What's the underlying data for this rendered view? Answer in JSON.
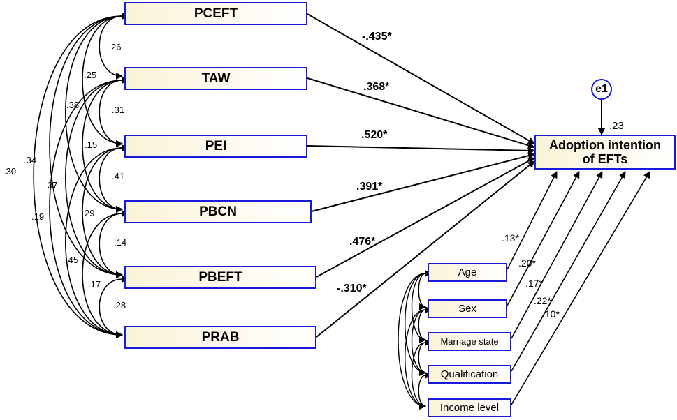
{
  "predictors": [
    {
      "id": "PCEFT",
      "label": "PCEFT",
      "coef": "-.435*"
    },
    {
      "id": "TAW",
      "label": "TAW",
      "coef": ".368*"
    },
    {
      "id": "PEI",
      "label": "PEI",
      "coef": ".520*"
    },
    {
      "id": "PBCN",
      "label": "PBCN",
      "coef": ".391*"
    },
    {
      "id": "PBEFT",
      "label": "PBEFT",
      "coef": ".476*"
    },
    {
      "id": "PRAB",
      "label": "PRAB",
      "coef": "-.310*"
    }
  ],
  "target": {
    "line1": "Adoption intention",
    "line2": "of EFTs",
    "r2": ".23"
  },
  "error_term": "e1",
  "controls": [
    {
      "id": "age",
      "label": "Age",
      "coef": ".13*"
    },
    {
      "id": "sex",
      "label": "Sex",
      "coef": ".20*"
    },
    {
      "id": "marriage",
      "label": "Marriage state",
      "coef": ".17*"
    },
    {
      "id": "qualification",
      "label": "Qualification",
      "coef": ".22*"
    },
    {
      "id": "income",
      "label": "Income level",
      "coef": ".10*"
    }
  ],
  "correlations": [
    {
      "from": "PCEFT",
      "to": "TAW",
      "value": "26"
    },
    {
      "from": "TAW",
      "to": "PEI",
      "value": ".31"
    },
    {
      "from": "PEI",
      "to": "PBCN",
      "value": ".41"
    },
    {
      "from": "PBCN",
      "to": "PBEFT",
      "value": ".14"
    },
    {
      "from": "PBEFT",
      "to": "PRAB",
      "value": ".28"
    },
    {
      "from": "PCEFT",
      "to": "PEI",
      "value": ".25"
    },
    {
      "from": "TAW",
      "to": "PBCN",
      "value": ".15"
    },
    {
      "from": "PEI",
      "to": "PBEFT",
      "value": "29"
    },
    {
      "from": "PBCN",
      "to": "PRAB",
      "value": ".17"
    },
    {
      "from": "PCEFT",
      "to": "PBCN",
      "value": ".38"
    },
    {
      "from": "TAW",
      "to": "PBEFT",
      "value": "37"
    },
    {
      "from": "PEI",
      "to": "PRAB",
      "value": ".45"
    },
    {
      "from": "PCEFT",
      "to": "PBEFT",
      "value": ".34"
    },
    {
      "from": "TAW",
      "to": "PRAB",
      "value": ".19"
    },
    {
      "from": "PCEFT",
      "to": "PRAB",
      "value": ".30"
    }
  ],
  "colors": {
    "box_border": "#1a1adb",
    "line": "#000000",
    "box_fill": "#fbf3d6"
  }
}
